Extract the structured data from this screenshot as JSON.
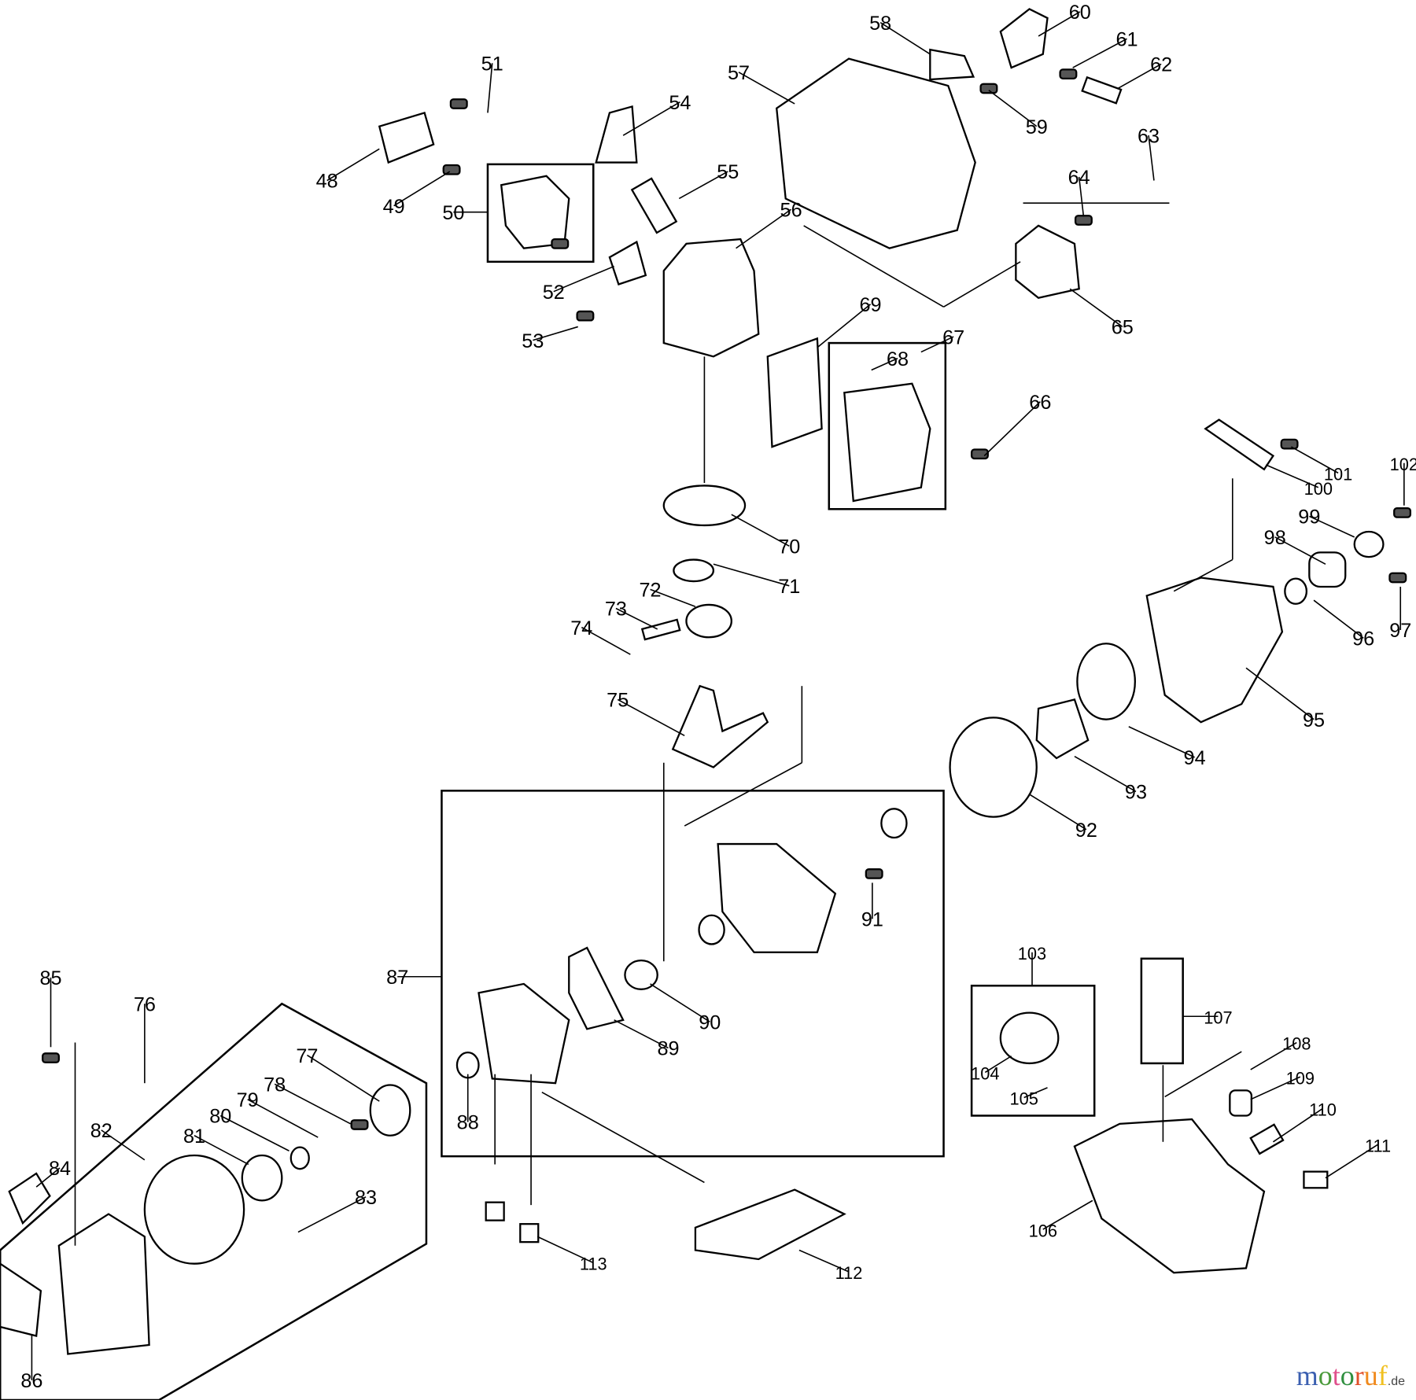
{
  "diagram": {
    "type": "exploded-parts-diagram",
    "part_numbers": [
      "48",
      "49",
      "50",
      "51",
      "52",
      "53",
      "54",
      "55",
      "56",
      "57",
      "58",
      "59",
      "60",
      "61",
      "62",
      "63",
      "64",
      "65",
      "66",
      "67",
      "68",
      "69",
      "70",
      "71",
      "72",
      "73",
      "74",
      "75",
      "76",
      "77",
      "78",
      "79",
      "80",
      "81",
      "82",
      "83",
      "84",
      "85",
      "86",
      "87",
      "88",
      "89",
      "90",
      "91",
      "92",
      "93",
      "94",
      "95",
      "96",
      "97",
      "98",
      "99",
      "100",
      "101",
      "102",
      "103",
      "104",
      "105",
      "106",
      "107",
      "108",
      "109",
      "110",
      "111",
      "112",
      "113"
    ]
  },
  "watermark": {
    "text": "motoruf",
    "suffix": ".de",
    "letter_colors": [
      "#3b5fb0",
      "#4a9a3a",
      "#e0508c",
      "#2f8f3f",
      "#e0502a",
      "#f08a1e",
      "#f0c020"
    ]
  }
}
